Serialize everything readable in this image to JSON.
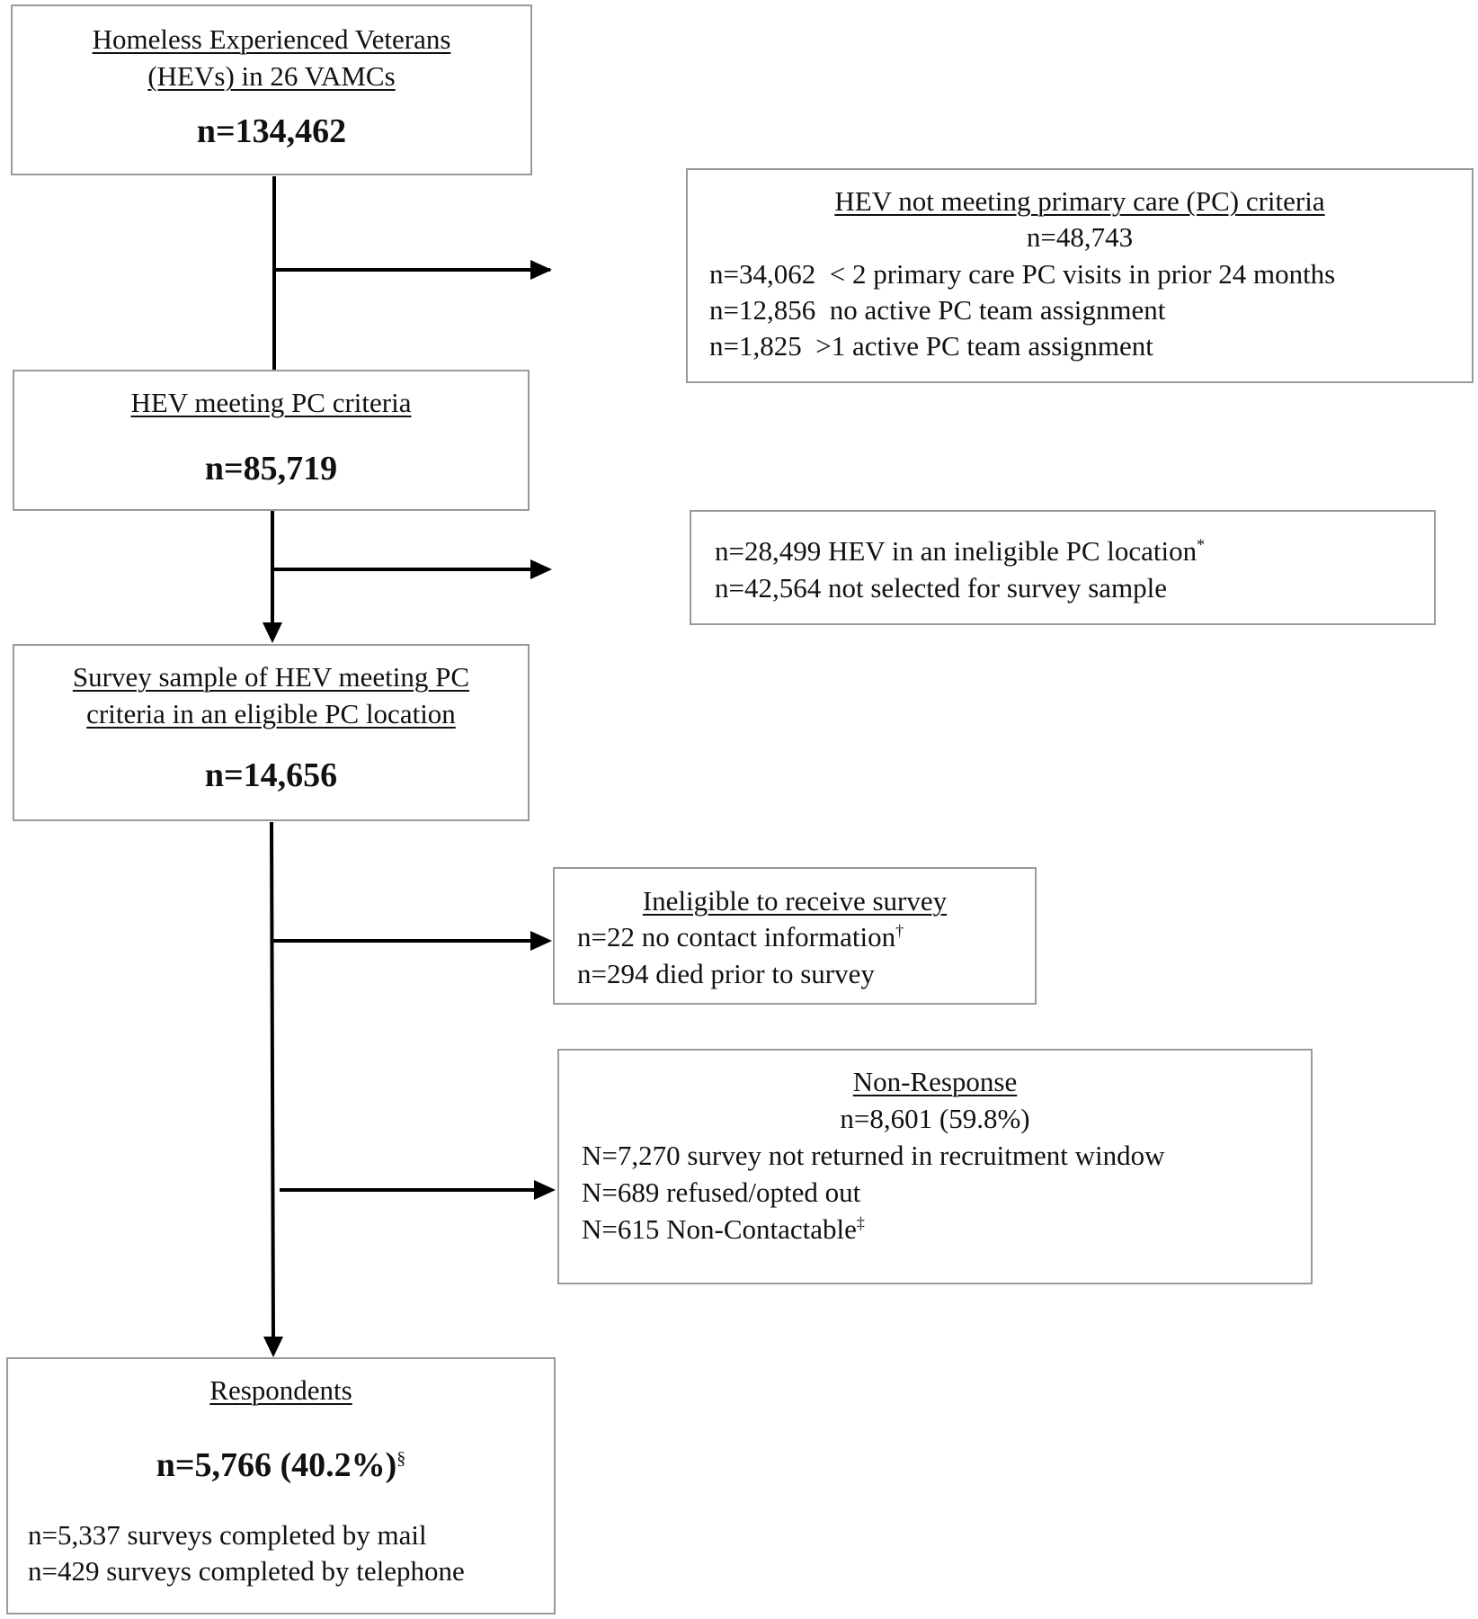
{
  "boxes": {
    "hevs": {
      "title_line1": "Homeless Experienced Veterans",
      "title_line2": "(HEVs) in 26 VAMCs",
      "count": "n=134,462"
    },
    "not_meeting_pc": {
      "title": "HEV not meeting primary care (PC) criteria",
      "count": "n=48,743",
      "items": [
        "n=34,062  < 2 primary care PC visits in prior 24 months",
        "n=12,856  no active PC team assignment",
        "n=1,825  >1 active PC team assignment"
      ]
    },
    "meeting_pc": {
      "title": "HEV meeting PC criteria",
      "count": "n=85,719"
    },
    "ineligible_location": {
      "item1": "n=28,499 HEV in an ineligible PC location",
      "item1_mark": "*",
      "item2": "n=42,564 not selected for survey sample"
    },
    "survey_sample": {
      "title_line1": "Survey sample of HEV meeting PC",
      "title_line2": "criteria in an eligible PC location",
      "count": "n=14,656"
    },
    "ineligible_survey": {
      "title": "Ineligible to receive survey",
      "item1": "n=22 no contact information",
      "item1_mark": "†",
      "item2": "n=294 died prior to survey"
    },
    "non_response": {
      "title": "Non-Response",
      "count": "n=8,601 (59.8%)",
      "item1": "N=7,270 survey not returned in recruitment window",
      "item2": "N=689 refused/opted out",
      "item3": "N=615 Non-Contactable",
      "item3_mark": "‡"
    },
    "respondents": {
      "title": "Respondents",
      "count": "n=5,766 (40.2%)",
      "count_mark": "§",
      "item1": "n=5,337 surveys completed by mail",
      "item2": "n=429 surveys completed by telephone"
    }
  },
  "colors": {
    "box_border": "#9a9a9a",
    "connector": "#000000",
    "text": "#111111"
  }
}
